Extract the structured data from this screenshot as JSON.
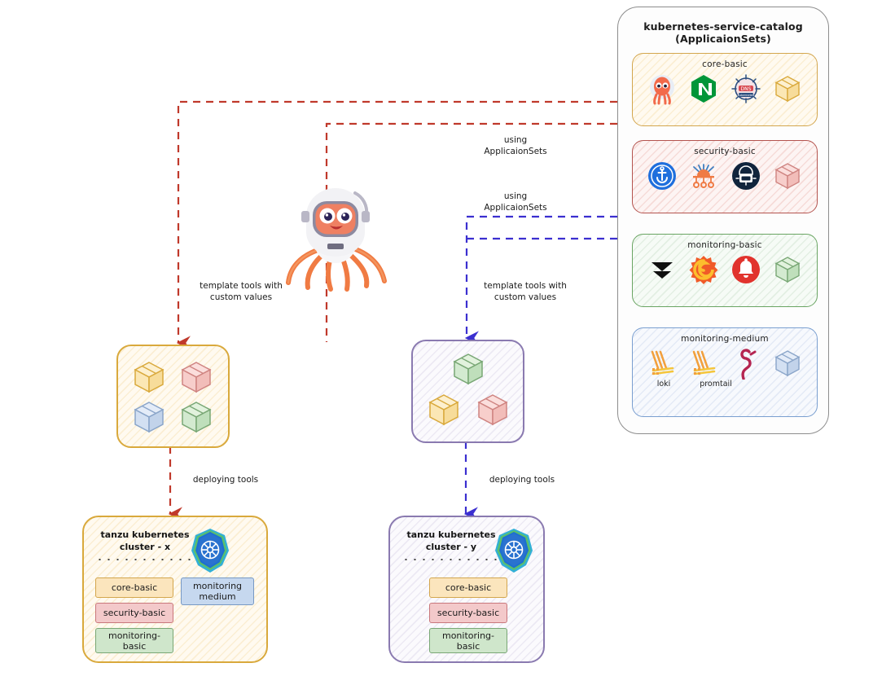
{
  "catalog": {
    "title_line1": "kubernetes-service-catalog",
    "title_line2": "(ApplicaionSets)",
    "groups": [
      {
        "name": "core-basic",
        "icons": [
          "argo-squid-icon",
          "nginx-icon",
          "coredns-kubernetes-icon",
          "package-cube-yellow-icon"
        ],
        "icon_labels": []
      },
      {
        "name": "security-basic",
        "icons": [
          "cert-manager-icon",
          "opa-gatekeeper-icon",
          "vault-icon",
          "package-cube-red-icon"
        ],
        "icon_labels": []
      },
      {
        "name": "monitoring-basic",
        "icons": [
          "vector-icon",
          "grafana-icon",
          "alertmanager-bell-icon",
          "package-cube-green-icon"
        ],
        "icon_labels": []
      },
      {
        "name": "monitoring-medium",
        "icons": [
          "loki-icon",
          "promtail-icon",
          "flagger-flamingo-icon",
          "package-cube-blue-icon"
        ],
        "icon_labels": [
          "loki",
          "promtail"
        ]
      }
    ]
  },
  "mascot": {
    "name": "argo-octopus-astronaut"
  },
  "edges": {
    "using_appsets_top": "using\nApplicaionSets",
    "using_appsets_bottom": "using\nApplicaionSets",
    "template_left": "template tools with\ncustom values",
    "template_right": "template tools with\ncustom values",
    "deploying_left": "deploying tools",
    "deploying_right": "deploying tools"
  },
  "package_groups": {
    "left": {
      "cubes": [
        "package-cube-yellow-icon",
        "package-cube-red-icon",
        "package-cube-blue-icon",
        "package-cube-green-icon"
      ]
    },
    "right": {
      "cubes": [
        "package-cube-green-icon",
        "package-cube-yellow-icon",
        "package-cube-red-icon"
      ]
    }
  },
  "clusters": [
    {
      "title_line1": "tanzu kubernetes",
      "title_line2": "cluster - x",
      "logo": "kubernetes-helm-wheel-icon",
      "badges": [
        {
          "label": "core-basic",
          "style": "b-core"
        },
        {
          "label": "security-basic",
          "style": "b-sec"
        },
        {
          "label": "monitoring-\nbasic",
          "style": "b-mon"
        },
        {
          "label": "monitoring\nmedium",
          "style": "b-mm"
        }
      ]
    },
    {
      "title_line1": "tanzu kubernetes",
      "title_line2": "cluster - y",
      "logo": "kubernetes-helm-wheel-icon",
      "badges": [
        {
          "label": "core-basic",
          "style": "b-core"
        },
        {
          "label": "security-basic",
          "style": "b-sec"
        },
        {
          "label": "monitoring-\nbasic",
          "style": "b-mon"
        }
      ]
    }
  ],
  "colors": {
    "red_edge": "#c0392b",
    "blue_edge": "#3b2fd0",
    "yellow_border": "#d9a93c",
    "purple_border": "#8a7ab0",
    "catalog_border": "#8d8d8d",
    "core_border": "#d3a64e",
    "security_border": "#b4544f",
    "monitoring_border": "#6aa563",
    "medium_border": "#7a9fd0"
  }
}
